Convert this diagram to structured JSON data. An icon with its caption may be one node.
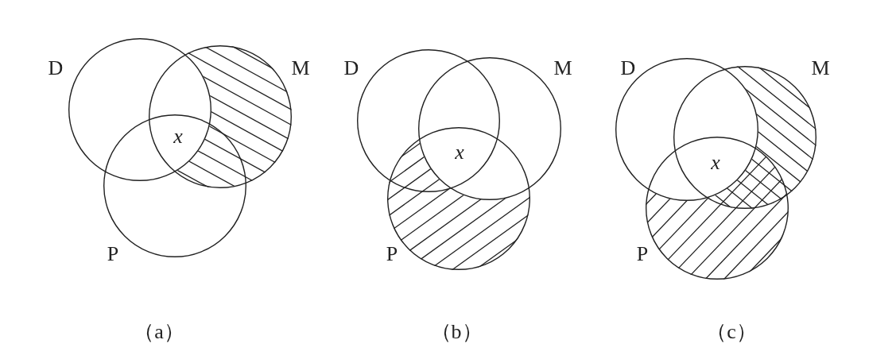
{
  "diagram": {
    "nodes": [
      {
        "text": [
          "D"
        ]
      },
      {
        "text": [
          "M"
        ]
      },
      {
        "text": [
          "P"
        ]
      },
      {
        "text": [
          "D"
        ]
      },
      {
        "text": [
          "M"
        ]
      },
      {
        "text": [
          "P"
        ]
      },
      {
        "text": [
          "D"
        ]
      },
      {
        "text": [
          "M"
        ]
      },
      {
        "text": [
          "P"
        ]
      }
    ],
    "labels": [
      "x",
      "x",
      "x",
      "（a）",
      "（b）",
      "（c）"
    ]
  }
}
